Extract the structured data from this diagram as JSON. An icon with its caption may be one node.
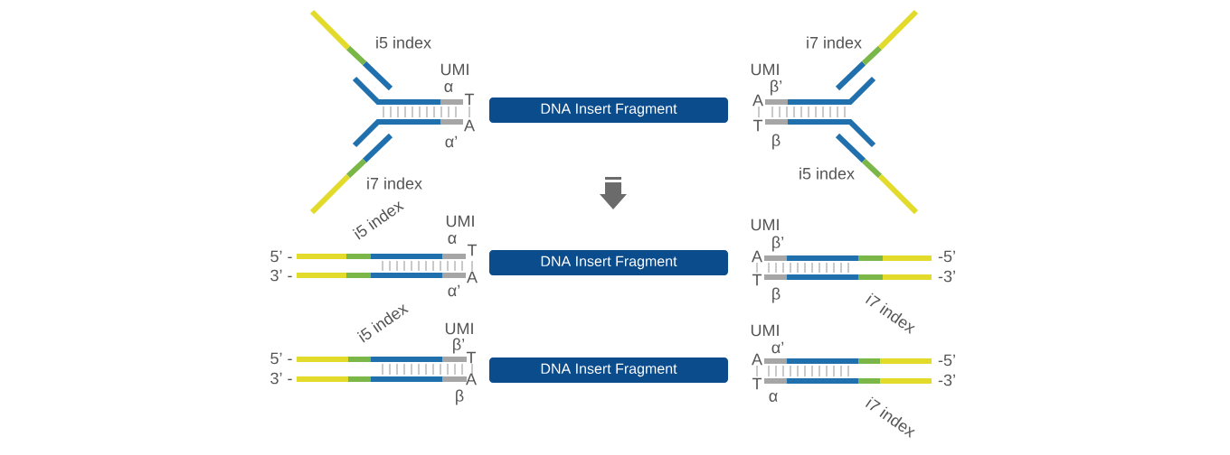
{
  "diagram": {
    "nodes": [
      {
        "text": [
          "DNA Insert Fragment"
        ]
      },
      {
        "text": [
          "DNA Insert Fragment"
        ]
      },
      {
        "text": [
          "DNA Insert Fragment"
        ]
      }
    ],
    "labels": [
      "i5 index",
      "i7 index",
      "UMI",
      "UMI",
      "α",
      "β’",
      "T",
      "A",
      "A",
      "T",
      "α’",
      "β",
      "i7 index",
      "i5 index",
      "i5 index",
      "UMI",
      "UMI",
      "α",
      "β’",
      "5’ -",
      "T",
      "A",
      "-5’",
      "3’ -",
      "A",
      "T",
      "-3’",
      "α’",
      "β",
      "i5 index",
      "UMI",
      "UMI",
      "i7 index",
      "β’",
      "α’",
      "5’ -",
      "T",
      "A",
      "-5’",
      "3’ -",
      "A",
      "T",
      "-3’",
      "β",
      "α",
      "i7 index"
    ]
  }
}
